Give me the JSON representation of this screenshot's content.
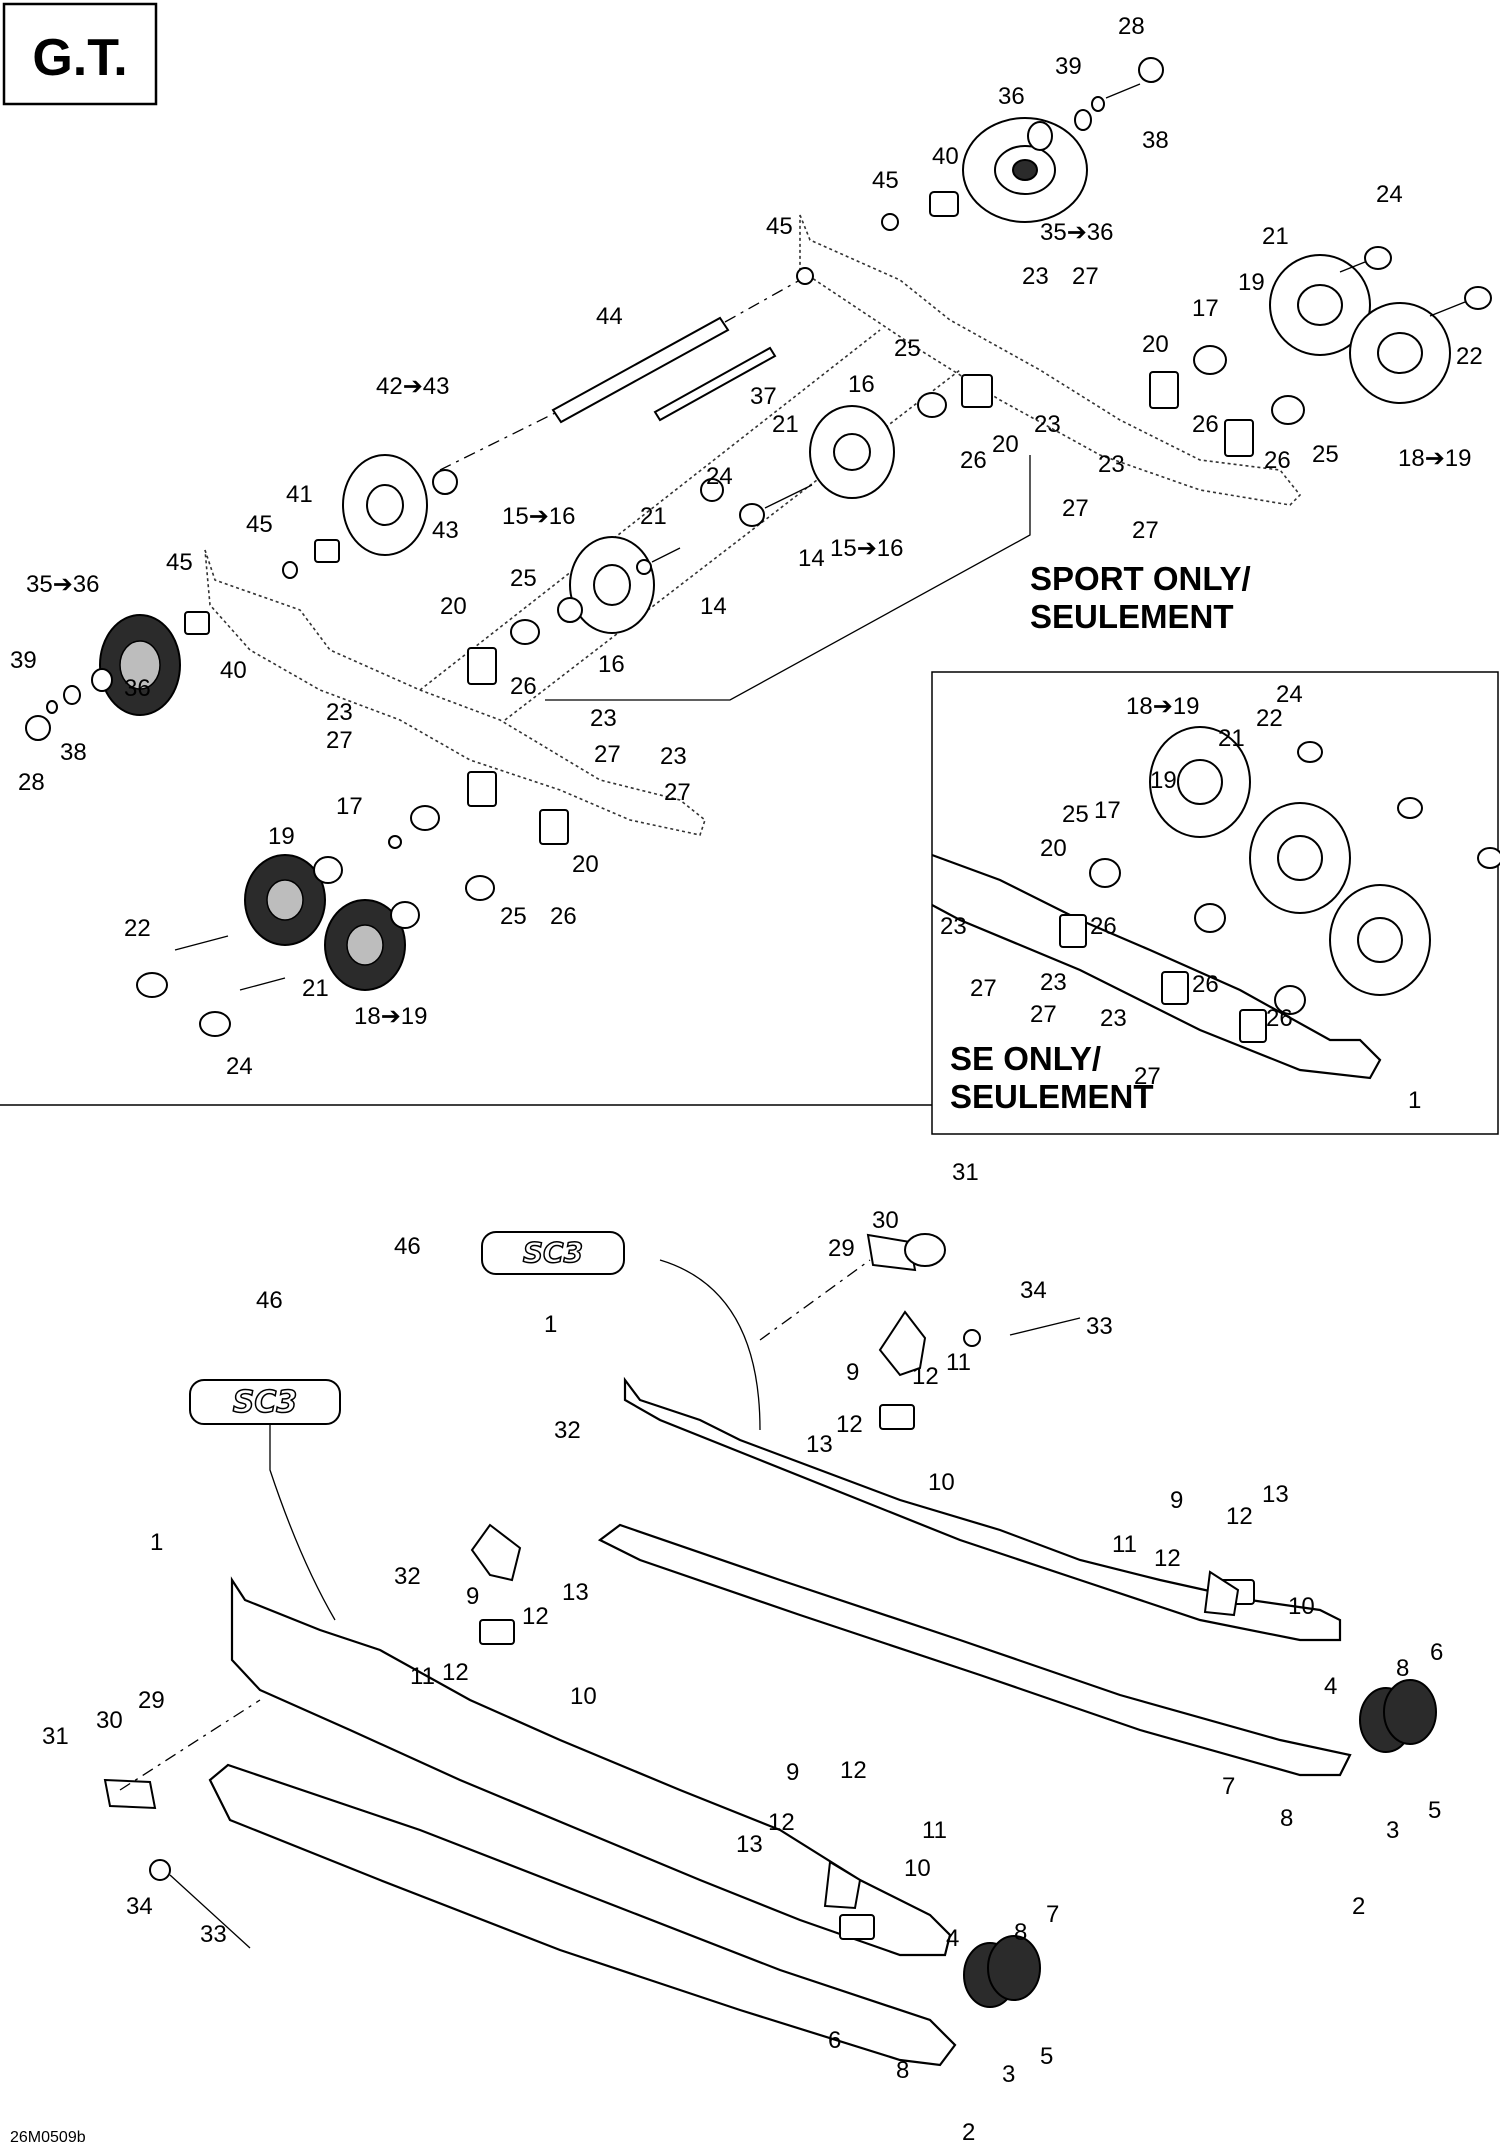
{
  "header": {
    "title": "G.T."
  },
  "sections": {
    "sport_only_l1": "SPORT ONLY/",
    "sport_only_l2": "SEULEMENT",
    "se_only_l1": "SE ONLY/",
    "se_only_l2": "SEULEMENT"
  },
  "footer": {
    "code": "26M0509b"
  },
  "callouts": {
    "c28a": "28",
    "c39a": "39",
    "c38a": "38",
    "c36a": "36",
    "c40a": "40",
    "c45a": "45",
    "c45b": "45",
    "c35_36a": "35➔36",
    "c44": "44",
    "c23a": "23",
    "c27a": "27",
    "c24a": "24",
    "c21a": "21",
    "c19a": "19",
    "c22a": "22",
    "c17a": "17",
    "c20a": "20",
    "c25a": "25",
    "c16a": "16",
    "c37": "37",
    "c42_43": "42➔43",
    "c26a": "26",
    "c20b": "20",
    "c23b": "23",
    "c26b": "26",
    "c23c": "23",
    "c27b": "27",
    "c27c": "27",
    "c25b": "25",
    "c18_19a": "18➔19",
    "c41": "41",
    "c43": "43",
    "c24b": "24",
    "c21b": "21",
    "c14a": "14",
    "c15_16a": "15➔16",
    "c45c": "45",
    "c15_16b": "15➔16",
    "c21c": "21",
    "c14b": "14",
    "c35_36b": "35➔36",
    "c45d": "45",
    "c25c": "25",
    "c20c": "20",
    "c16b": "16",
    "c40b": "40",
    "c39b": "39",
    "c36b": "36",
    "c38b": "38",
    "c28b": "28",
    "c26c": "26",
    "c23d": "23",
    "c27d": "27",
    "c23e": "23",
    "c27e": "27",
    "c23f": "23",
    "c27f": "27",
    "c17b": "17",
    "c19b": "19",
    "c20d": "20",
    "c25d": "25",
    "c26d": "26",
    "c22b": "22",
    "c21d": "21",
    "c18_19b": "18➔19",
    "c24c": "24",
    "se18_19": "18➔19",
    "se24": "24",
    "se22": "22",
    "se21": "21",
    "se19": "19",
    "se25": "25",
    "se17": "17",
    "se20": "20",
    "se26a": "26",
    "se23a": "23",
    "se27a": "27",
    "se26b": "26",
    "se23b": "23",
    "se27b": "27",
    "se23c": "23",
    "se26c": "26",
    "se27c": "27",
    "se1": "1",
    "b31a": "31",
    "b30a": "30",
    "b46a": "46",
    "b29a": "29",
    "b34a": "34",
    "b33a": "33",
    "b1a": "1",
    "b9a": "9",
    "b12a": "12",
    "b11a": "11",
    "b32a": "32",
    "b12b": "12",
    "b13a": "13",
    "b10a": "10",
    "b9b": "9",
    "b12c": "12",
    "b13b": "13",
    "b11b": "11",
    "b12d": "12",
    "b10b": "10",
    "b4a": "4",
    "b8a": "8",
    "b6a": "6",
    "b7a": "7",
    "b8b": "8",
    "b3a": "3",
    "b5a": "5",
    "b2a": "2",
    "b46b": "46",
    "b1b": "1",
    "b32b": "32",
    "b9c": "9",
    "b13c": "13",
    "b12e": "12",
    "b11c": "11",
    "b12f": "12",
    "b10c": "10",
    "b29b": "29",
    "b30b": "30",
    "b31b": "31",
    "b34b": "34",
    "b33b": "33",
    "b9d": "9",
    "b12g": "12",
    "b13d": "13",
    "b12h": "12",
    "b11d": "11",
    "b10d": "10",
    "b4b": "4",
    "b8c": "8",
    "b7b": "7",
    "b6b": "6",
    "b8d": "8",
    "b3b": "3",
    "b5b": "5",
    "b2b": "2"
  },
  "icons": {
    "logo": "sc-3-logo",
    "arrow": "right-arrow"
  }
}
